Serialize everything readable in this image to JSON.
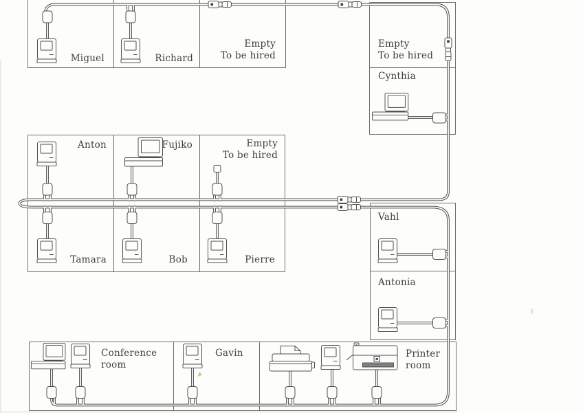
{
  "diagram": {
    "title": "Office floor plan with LocalTalk network daisy-chain",
    "type": "network-floorplan-diagram",
    "colors": {
      "cable_line": "#4f4f4f",
      "room_border": "#6e6e6e",
      "background": "#fdfdfb",
      "label_text": "#3e3d3a",
      "accent_mark": "#c9a45f"
    },
    "labels": {
      "miguel": "Miguel",
      "richard": "Richard",
      "empty_top_1": "Empty",
      "empty_top_2": "To be hired",
      "empty_right_1": "Empty",
      "empty_right_2": "To be hired",
      "cynthia": "Cynthia",
      "anton": "Anton",
      "fujiko": "Fujiko",
      "empty_mid_1": "Empty",
      "empty_mid_2": "To be hired",
      "tamara": "Tamara",
      "bob": "Bob",
      "pierre": "Pierre",
      "vahl": "Vahl",
      "antonia": "Antonia",
      "conference_1": "Conference",
      "conference_2": "room",
      "gavin": "Gavin",
      "printer_1": "Printer",
      "printer_2": "room"
    },
    "rooms": [
      {
        "name": "Miguel",
        "status": "occupied",
        "equipment": [
          "compact Macintosh",
          "network connector"
        ]
      },
      {
        "name": "Richard",
        "status": "occupied",
        "equipment": [
          "compact Macintosh",
          "network connector"
        ]
      },
      {
        "name": "Empty / To be hired (top row)",
        "status": "empty",
        "equipment": []
      },
      {
        "name": "Empty / To be hired (right block)",
        "status": "empty",
        "equipment": []
      },
      {
        "name": "Cynthia",
        "status": "occupied",
        "equipment": [
          "modular Macintosh",
          "network connector",
          "in-line cable extender"
        ]
      },
      {
        "name": "Anton",
        "status": "occupied",
        "equipment": [
          "compact Macintosh",
          "network connector"
        ]
      },
      {
        "name": "Fujiko",
        "status": "occupied",
        "equipment": [
          "modular Macintosh",
          "network connector"
        ]
      },
      {
        "name": "Empty / To be hired (middle row)",
        "status": "empty",
        "equipment": [
          "unused network connector with dangling plug"
        ]
      },
      {
        "name": "Tamara",
        "status": "occupied",
        "equipment": [
          "compact Macintosh",
          "network connector"
        ]
      },
      {
        "name": "Bob",
        "status": "occupied",
        "equipment": [
          "compact Macintosh",
          "network connector"
        ]
      },
      {
        "name": "Pierre",
        "status": "occupied",
        "equipment": [
          "compact Macintosh",
          "network connector"
        ]
      },
      {
        "name": "Vahl",
        "status": "occupied",
        "equipment": [
          "compact Macintosh",
          "network connector"
        ]
      },
      {
        "name": "Antonia",
        "status": "occupied",
        "equipment": [
          "compact Macintosh",
          "network connector"
        ]
      },
      {
        "name": "Conference room",
        "status": "shared",
        "equipment": [
          "modular Macintosh",
          "compact Macintosh",
          "2 network connectors"
        ]
      },
      {
        "name": "Gavin",
        "status": "occupied",
        "equipment": [
          "compact Macintosh",
          "network connector"
        ]
      },
      {
        "name": "Printer room",
        "status": "shared",
        "equipment": [
          "ImageWriter printer",
          "compact Macintosh",
          "LaserWriter printer",
          "3 network connectors"
        ]
      }
    ],
    "cable_extenders": 5
  }
}
